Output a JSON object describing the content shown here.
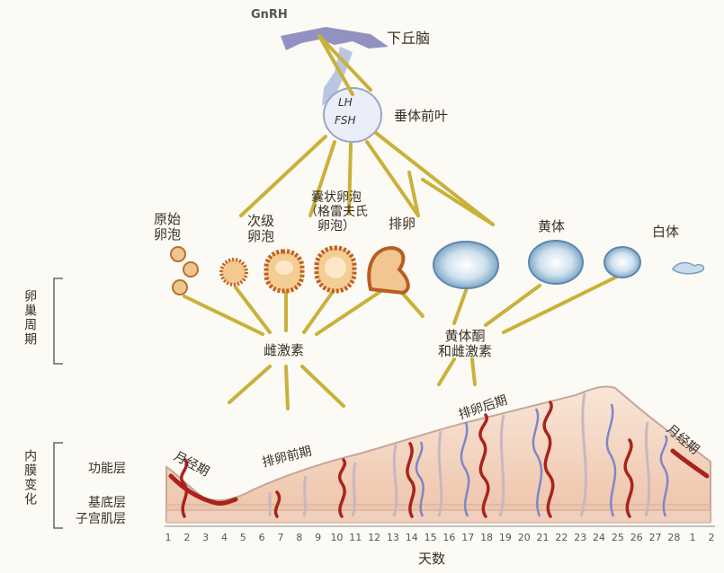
{
  "hypothalamus": {
    "hormone": "GnRH",
    "name": "下丘脑"
  },
  "pituitary": {
    "lh": "LH",
    "fsh": "FSH",
    "name": "垂体前叶"
  },
  "follicles": {
    "primordial": "原始\n卵泡",
    "secondary": "次级\n卵泡",
    "graafian": "囊状卵泡\n（格雷夫氏\n卵泡）",
    "ovulation": "排卵",
    "corpus_luteum": "黄体",
    "corpus_albicans": "白体"
  },
  "ovarian_cycle_label": "卵巢周期",
  "hormones": {
    "estrogen": "雌激素",
    "progesterone": "黄体酮\n和雌激素"
  },
  "phases": {
    "menses_start": "月经期",
    "proliferative": "排卵前期",
    "secretory": "排卵后期",
    "menses_end": "月经期"
  },
  "endometrium_label": "内膜变化",
  "layers": {
    "functional": "功能层",
    "basal": "基底层",
    "myometrium": "子宫肌层"
  },
  "x_axis": {
    "title": "天数",
    "ticks": [
      "1",
      "2",
      "3",
      "4",
      "5",
      "6",
      "7",
      "8",
      "9",
      "10",
      "11",
      "12",
      "13",
      "14",
      "15",
      "16",
      "17",
      "18",
      "19",
      "20",
      "21",
      "22",
      "23",
      "24",
      "25",
      "26",
      "27",
      "28",
      "1",
      "2"
    ]
  },
  "colors": {
    "arrow": "#c9b13a",
    "follicle": "#d98a3c",
    "artery": "#a8241a",
    "tissue": "#f3d9c7",
    "vein": "#7f86c8"
  }
}
